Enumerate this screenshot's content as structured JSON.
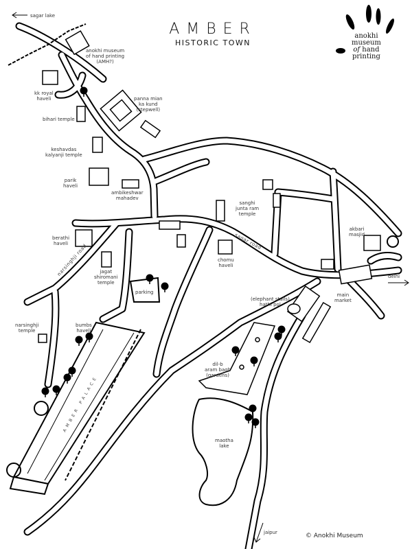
{
  "title": {
    "main": "AMBER",
    "sub": "HISTORIC TOWN"
  },
  "logo": {
    "line1": "anokhi",
    "line2": "museum",
    "line3_italic": "of",
    "line3": "hand",
    "line4": "printing"
  },
  "copyright": "© Anokhi Museum",
  "directions": {
    "sagar_lake": "sagar lake",
    "delhi": "delhi",
    "jaipur": "jaipur"
  },
  "roads": {
    "narsinghji_road": "narsinghji road",
    "sagar_road": "sagar road",
    "palace": "AMBER PALACE"
  },
  "landmarks": {
    "amh": [
      "anokhi museum",
      "of hand printing",
      "(AMH?)"
    ],
    "kk_royal_haveli": [
      "kk royal",
      "haveli"
    ],
    "panna_mian": [
      "panna mian",
      "ka kund",
      "(stepwell)"
    ],
    "bihari_temple": [
      "bihari temple"
    ],
    "keshavdas": [
      "keshavdas",
      "kalyanji temple"
    ],
    "parik_haveli": [
      "parik",
      "haveli"
    ],
    "ambikeshwar": [
      "ambikeshwar",
      "mahadev"
    ],
    "sanghi": [
      "sanghi",
      "junta ram",
      "temple"
    ],
    "akbari_masjid": [
      "akbari",
      "masjid"
    ],
    "berathi_haveli": [
      "berathi",
      "haveli"
    ],
    "jagat_shiromani": [
      "jagat",
      "shiromani",
      "temple"
    ],
    "chomu_haveli": [
      "chomu",
      "haveli"
    ],
    "parking": [
      "parking"
    ],
    "hathi_pol": [
      "(elephant stalls)",
      "hathi pol"
    ],
    "main_market": [
      "main",
      "market"
    ],
    "narsinghji_temple": [
      "narsinghji",
      "temple"
    ],
    "bumbs_haveli": [
      "bumbs",
      "haveli"
    ],
    "dil_b_aram_bagh": [
      "dil-b",
      "aram bagh",
      "(gardens)"
    ],
    "maotha_lake": [
      "maotha",
      "lake"
    ]
  }
}
